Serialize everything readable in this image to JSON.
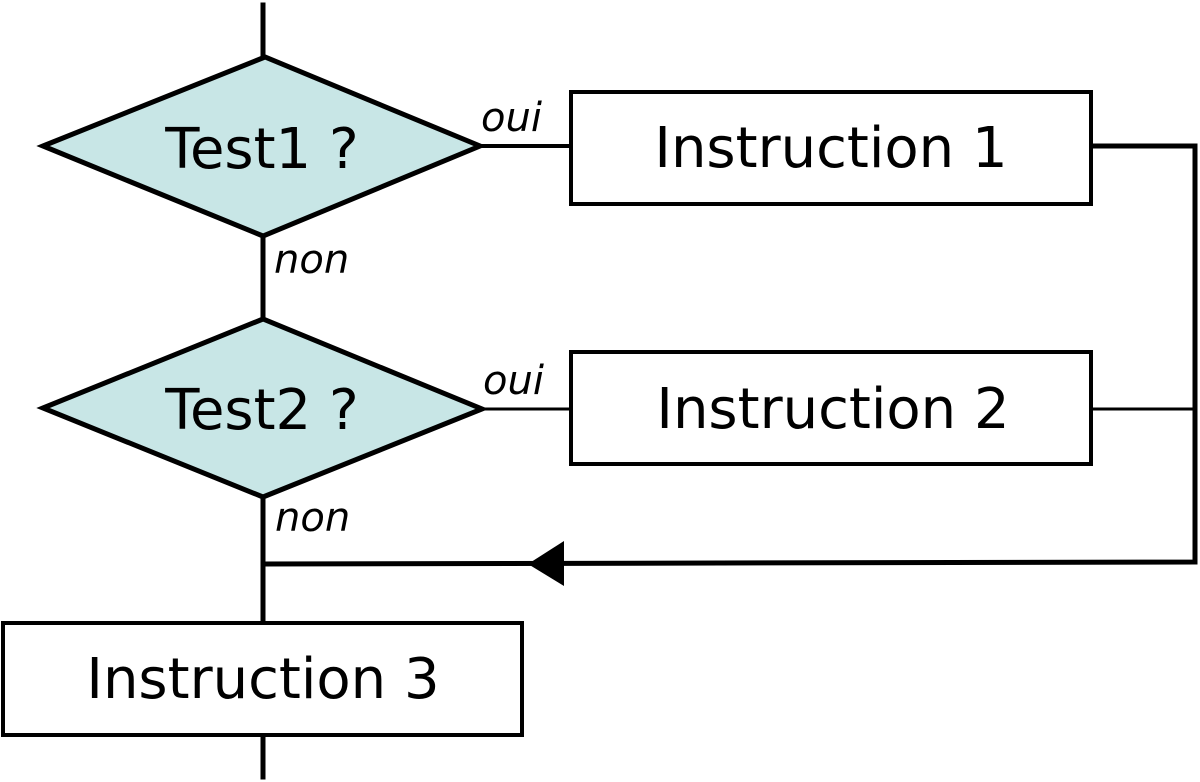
{
  "decisions": [
    {
      "id": "test1",
      "label": "Test1 ?",
      "yes_label": "oui",
      "no_label": "non"
    },
    {
      "id": "test2",
      "label": "Test2 ?",
      "yes_label": "oui",
      "no_label": "non"
    }
  ],
  "instructions": [
    {
      "id": "instruction1",
      "label": "Instruction 1"
    },
    {
      "id": "instruction2",
      "label": "Instruction 2"
    },
    {
      "id": "instruction3",
      "label": "Instruction 3"
    }
  ],
  "colors": {
    "decision_fill": "#c8e6e6",
    "stroke": "#000000",
    "box_fill": "#ffffff"
  }
}
